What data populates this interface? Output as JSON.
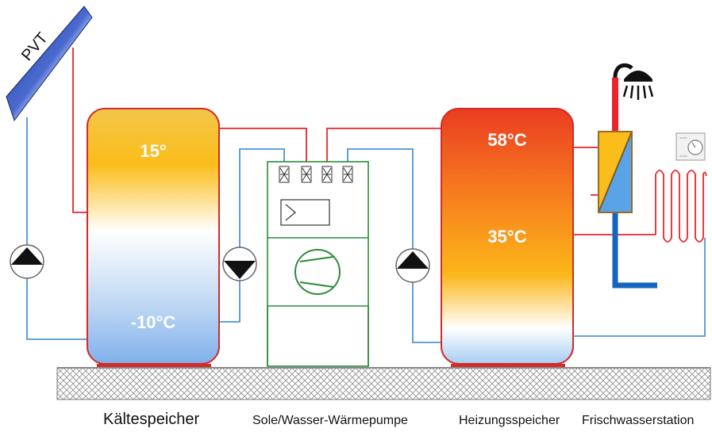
{
  "diagram": {
    "pvt_label": "PVT",
    "cold_tank": {
      "top_temp": "15°",
      "bottom_temp": "-10°C",
      "caption": "Kältespeicher"
    },
    "heat_pump": {
      "caption": "Sole/Wasser-Wärmepumpe"
    },
    "hot_tank": {
      "top_temp": "58°C",
      "mid_temp": "35°C",
      "caption": "Heizungsspeicher"
    },
    "fresh_water": {
      "caption": "Frischwasserstation"
    },
    "colors": {
      "hot_pipe": "#e8262a",
      "cold_pipe": "#4d95d6",
      "drain_pipe": "#1565c0",
      "unit_outline": "#2e8b3a",
      "ground_hatch": "#9a9a9a"
    }
  }
}
